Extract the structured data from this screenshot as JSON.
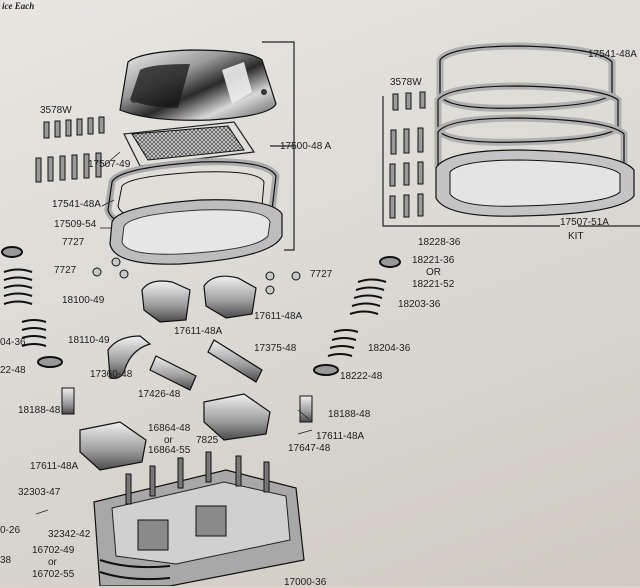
{
  "header": {
    "text": "ice Each"
  },
  "labels": {
    "l3578w_left": "3578W",
    "l17507_49": "17507-49",
    "l17500_48a": "17500-48 A",
    "l17541_48a_left": "17541-48A",
    "l17509_54": "17509-54",
    "l7727_a": "7727",
    "l7727_b": "7727",
    "l7727_right": "7727",
    "l18100_49": "18100-49",
    "l17611_48a_a": "17611-48A",
    "l17611_48a_b": "17611-48A",
    "l04_36": "04-36",
    "l18110_49": "18110-49",
    "l17375_48": "17375-48",
    "l22_48": "22-48",
    "l17360_48": "17360-48",
    "l17426_48": "17426-48",
    "l18188_48_left": "18188-48",
    "l16864_48": "16864-48",
    "l_or1": "or",
    "l16864_55": "16864-55",
    "l7825": "7825",
    "l17611_48a_left": "17611-48A",
    "l17647_48": "17647-48",
    "l32303_47": "32303-47",
    "l0_26": "0-26",
    "l32342_42": "32342-42",
    "l16702_49": "16702-49",
    "l_or2": "or",
    "l16702_55": "16702-55",
    "l38": "38",
    "l17541_48a_right": "17541-48A",
    "l3578w_right": "3578W",
    "l17507_51a": "17507-51A",
    "l_kit": "KIT",
    "l18228_36": "18228-36",
    "l18221_36": "18221-36",
    "l_or3": "OR",
    "l18221_52": "18221-52",
    "l18203_36": "18203-36",
    "l18204_36": "18204-36",
    "l18222_48": "18222-48",
    "l18188_48_right": "18188-48",
    "l17611_48a_right": "17611-48A",
    "l_bottom": "17000-36"
  }
}
